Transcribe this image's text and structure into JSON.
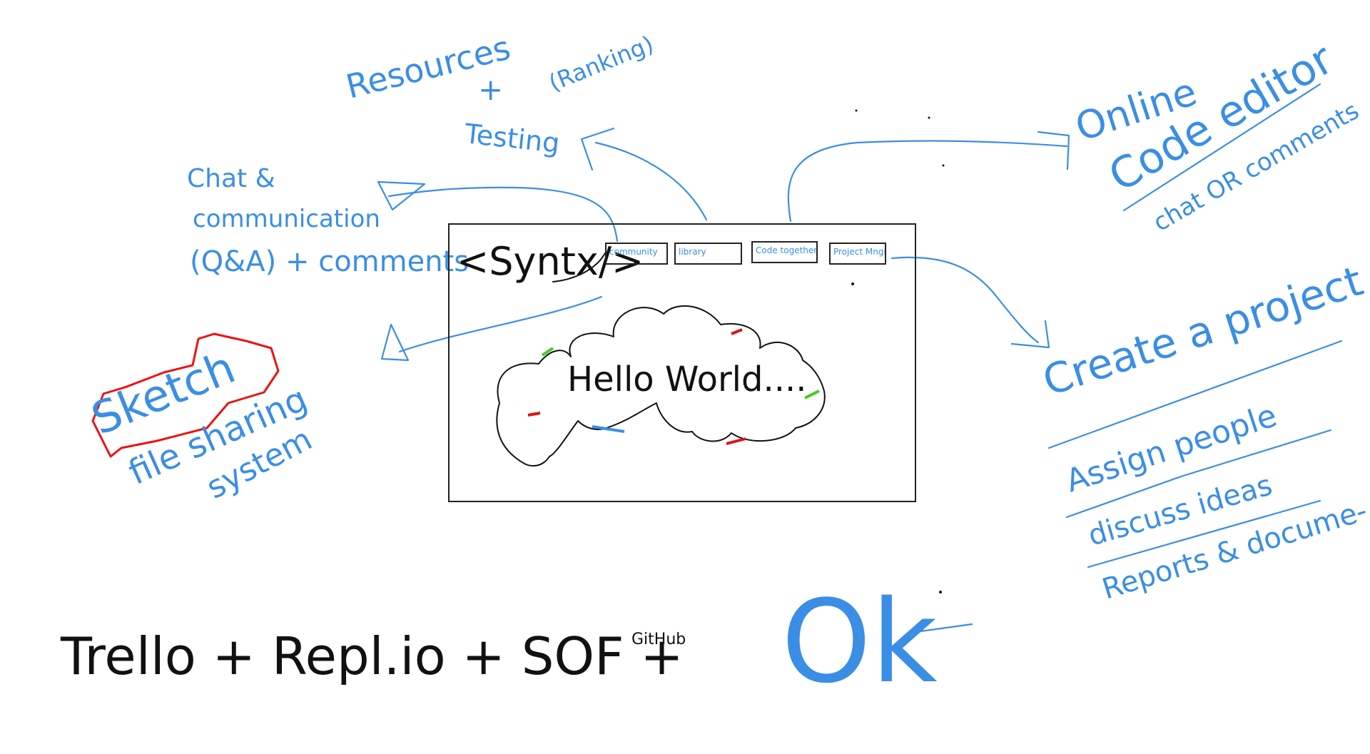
{
  "logo_text": "<Syntx/>",
  "nav": [
    {
      "label": "community"
    },
    {
      "label": "library"
    },
    {
      "label": "Code together"
    },
    {
      "label": "Project Mngr"
    }
  ],
  "hero_text": "Hello World....",
  "notes": {
    "resources": "Resources",
    "plus": "+",
    "testing": "Testing",
    "ranking": "(Ranking)",
    "chat": "Chat &",
    "communication": "communication",
    "qa": "(Q&A) + comments",
    "sketch": "Sketch",
    "file_sharing": "file sharing",
    "system": "system",
    "online": "Online",
    "code_editor": "Code editor",
    "chat_or_comments": "chat OR comments",
    "create_project": "Create a project",
    "assign_people": "Assign people",
    "discuss_ideas": "discuss ideas",
    "reports": "Reports & docume-",
    "ok": "Ok",
    "bottom_line": "Trello + Repl.io + SOF +",
    "github": "GitHub"
  },
  "colors": {
    "ink_blue": "#3a8ee6",
    "ink_black": "#111111",
    "ink_red": "#e11111",
    "ink_green": "#44cc22"
  }
}
